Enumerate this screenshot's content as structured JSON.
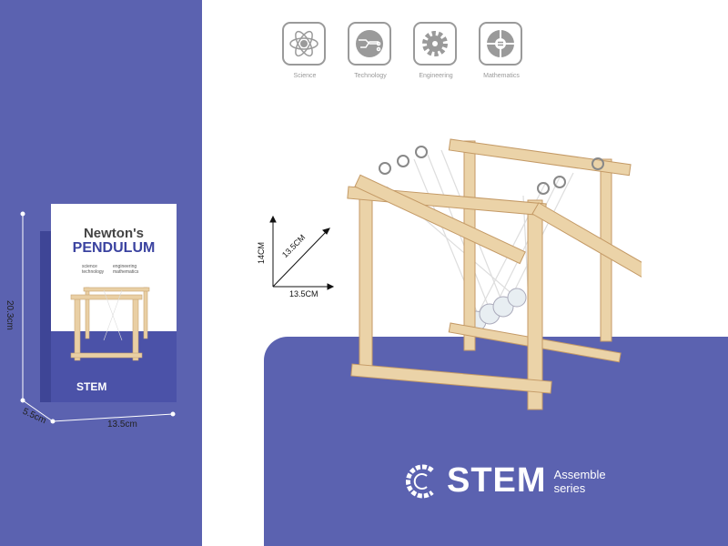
{
  "stem_icons": [
    {
      "icon": "science-atom-icon",
      "label": "Science"
    },
    {
      "icon": "technology-circuit-icon",
      "label": "Technology"
    },
    {
      "icon": "engineering-gear-icon",
      "label": "Engineering"
    },
    {
      "icon": "mathematics-calculator-icon",
      "label": "Mathematics"
    }
  ],
  "product_dimensions": {
    "height": "14CM",
    "depth": "13.5CM",
    "width": "13.5CM"
  },
  "brand": {
    "word": "STEM",
    "sub1": "Assemble",
    "sub2": "series"
  },
  "package": {
    "title1": "Newton's",
    "title2": "PENDULUM",
    "subjects_left": [
      "science",
      "technology"
    ],
    "subjects_right": [
      "engineering",
      "mathematics"
    ],
    "brand": "STEM",
    "height": "20.3cm",
    "depth": "5.5cm",
    "width": "13.5cm"
  },
  "colors": {
    "brand_purple": "#5b62b0",
    "wood": "#e9cfa4",
    "icon_gray": "#9a9a9a"
  }
}
